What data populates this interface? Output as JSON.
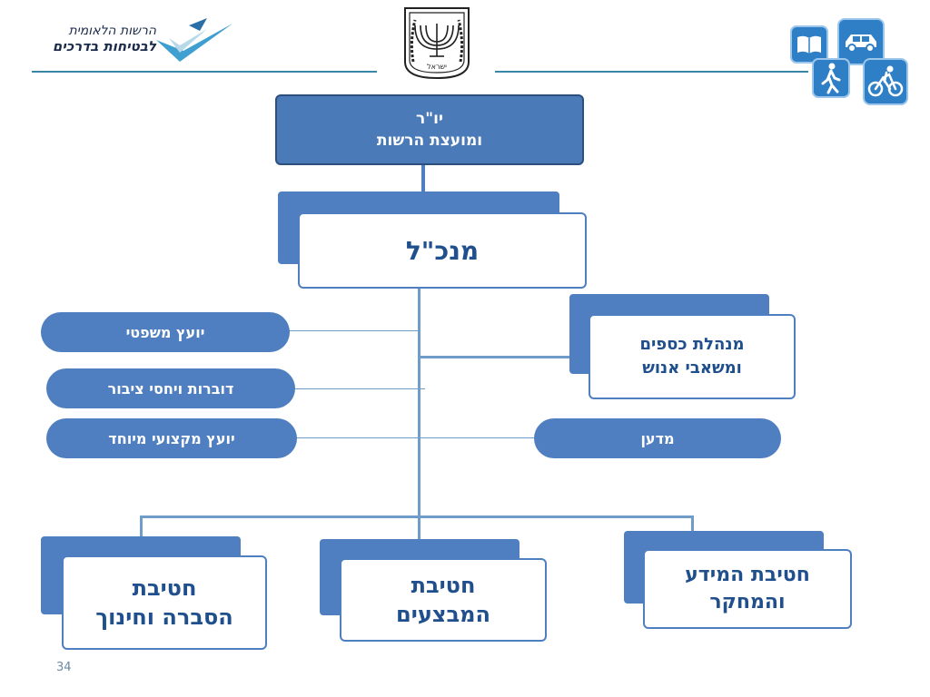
{
  "header": {
    "logo_line1": "הרשות הלאומית",
    "logo_line2": "לבטיחות בדרכים",
    "emblem_text": "ישראל"
  },
  "chart": {
    "chairman": {
      "line1": "יו\"ר",
      "line2": "ומועצת הרשות"
    },
    "director": "מנכ\"ל",
    "finance": {
      "line1": "מנהלת כספים",
      "line2": "ומשאבי אנוש"
    },
    "scientist": "מדען",
    "advisors": [
      "יועץ משפטי",
      "דוברות ויחסי ציבור",
      "יועץ מקצועי מיוחד"
    ],
    "divisions": [
      {
        "line1": "חטיבת",
        "line2": "הסברה וחינוך"
      },
      {
        "line1": "חטיבת",
        "line2": "המבצעים"
      },
      {
        "line1": "חטיבת המידע",
        "line2": "והמחקר"
      }
    ]
  },
  "page_number": "34",
  "colors": {
    "accent": "#4f7fc0",
    "dark_text": "#1f4f8c",
    "chairman_bg": "#4a7ab8"
  }
}
